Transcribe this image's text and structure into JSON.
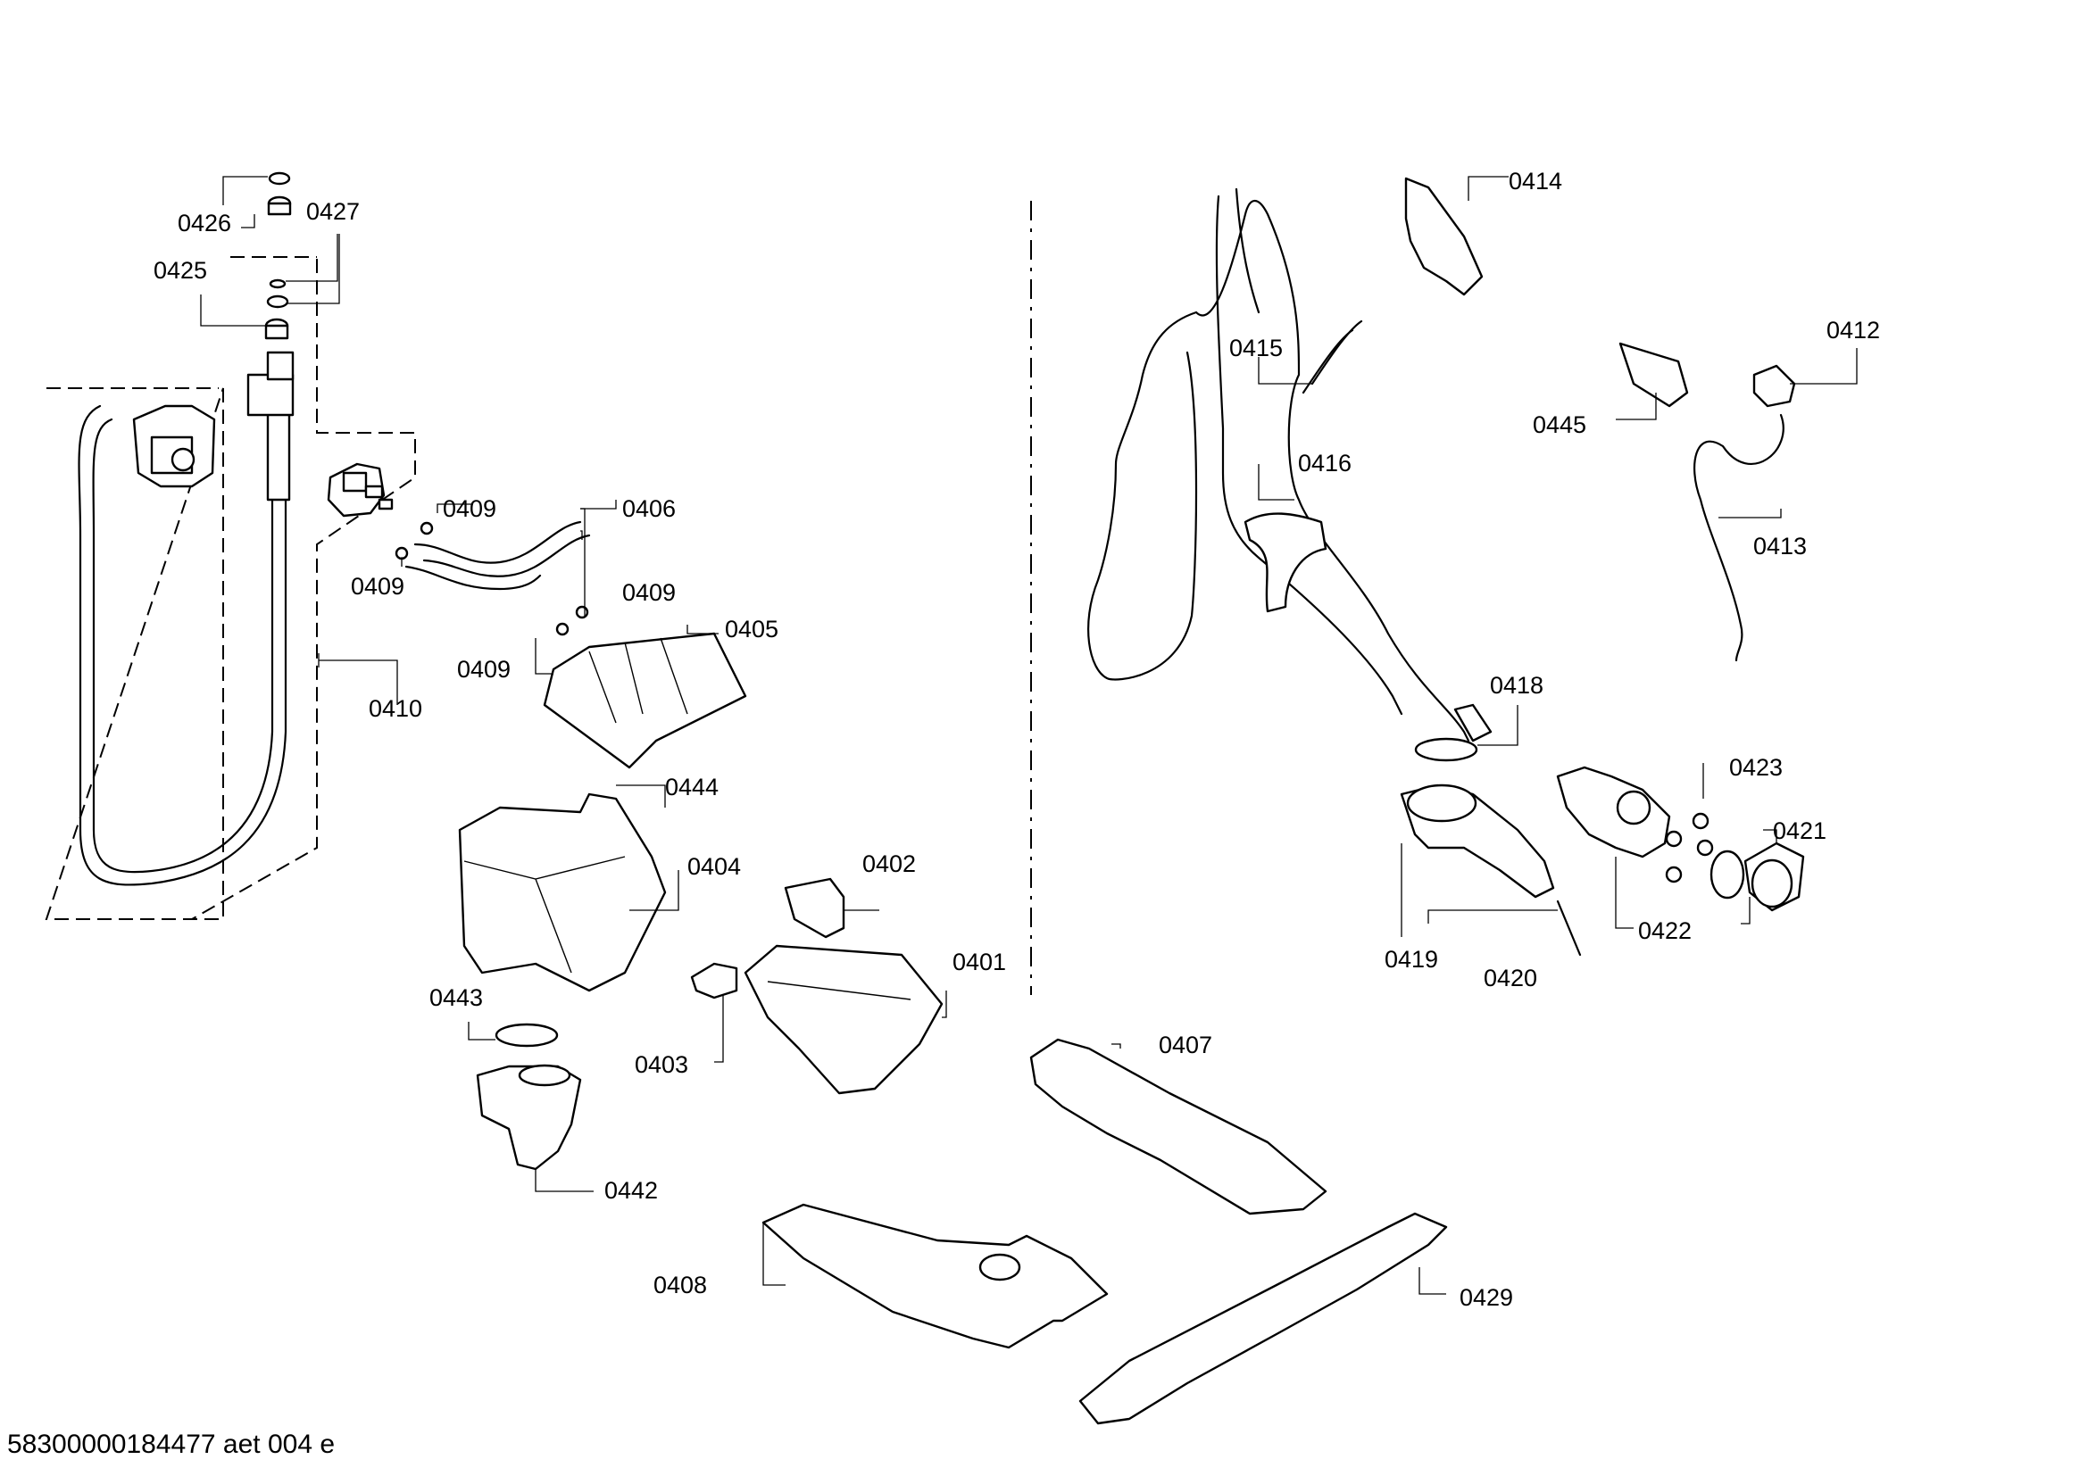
{
  "drawing": {
    "document_number": "58300000184477 aet 004 e"
  },
  "labels": {
    "p0401": "0401",
    "p0402": "0402",
    "p0403": "0403",
    "p0404": "0404",
    "p0405": "0405",
    "p0406": "0406",
    "p0407": "0407",
    "p0408": "0408",
    "p0409": "0409",
    "p0410": "0410",
    "p0412": "0412",
    "p0413": "0413",
    "p0414": "0414",
    "p0415": "0415",
    "p0416": "0416",
    "p0418": "0418",
    "p0419": "0419",
    "p0420": "0420",
    "p0421": "0421",
    "p0422": "0422",
    "p0423": "0423",
    "p0425": "0425",
    "p0426": "0426",
    "p0427": "0427",
    "p0429": "0429",
    "p0442": "0442",
    "p0443": "0443",
    "p0444": "0444",
    "p0445": "0445"
  }
}
